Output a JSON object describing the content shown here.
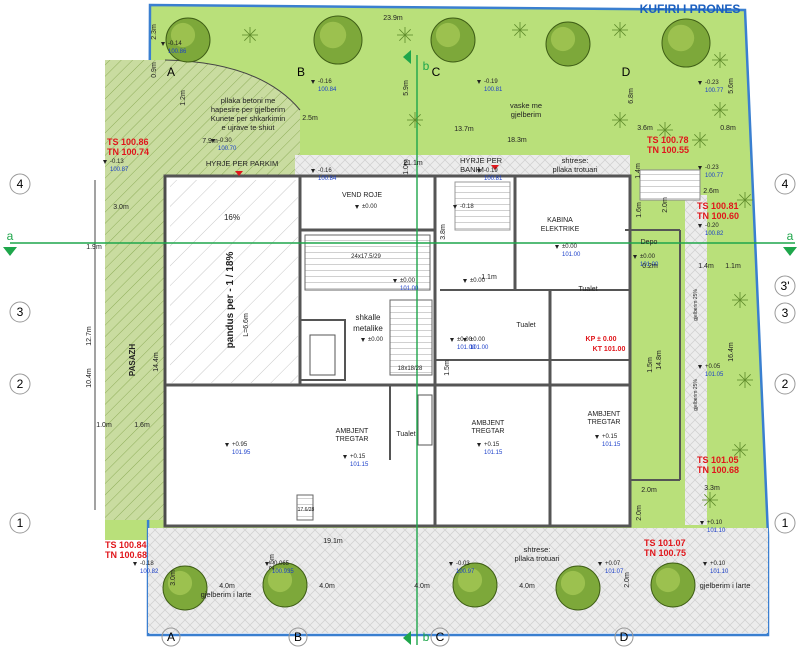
{
  "title": "KUFIRI I PRONES",
  "axes": {
    "letters_top": [
      "A",
      "B",
      "C",
      "D"
    ],
    "letters_bottom": [
      "A",
      "B",
      "C",
      "D"
    ],
    "numbers_left": [
      "4",
      "3",
      "2",
      "1"
    ],
    "numbers_right": [
      "4",
      "3'",
      "3",
      "2",
      "1"
    ],
    "section_a": "a",
    "section_b": "b"
  },
  "rooms": {
    "vend_roje": "VEND ROJE",
    "kabina": [
      "KABINA",
      "ELEKTRIKE"
    ],
    "depo": "Depo",
    "tualet_1": "Tualet",
    "tualet_2": "Tualet",
    "tualet_3": "Tualet",
    "shkalle": [
      "shkalle",
      "metalike"
    ],
    "ambjent_1": [
      "AMBJENT",
      "TREGTAR"
    ],
    "ambjent_2": [
      "AMBJENT",
      "TREGTAR"
    ],
    "ambjent_3": [
      "AMBJENT",
      "TREGTAR"
    ],
    "pandus": "pandus per - 1 / 18%",
    "pandus_len": "L=6.6m",
    "pasazh": "PASAZH",
    "stair_1": "24x17.5/29",
    "stair_2": "18x18/28",
    "stair_3": "17.6/28",
    "pct": "16%"
  },
  "notes": {
    "pllaka": [
      "pllaka betoni me",
      "hapesire per gjelberim",
      "Kunete per shkarkimin",
      "e ujrave te shiut"
    ],
    "vaske": [
      "vaske me",
      "gjelberim"
    ],
    "shtrese_top": [
      "shtrese:",
      "pllaka trotuari"
    ],
    "shtrese_bottom": [
      "shtrese:",
      "pllaka trotuari"
    ],
    "hyrje_parkim": "HYRJE PER PARKIM",
    "hyrje_banim": [
      "HYRJE PER",
      "BANIM"
    ],
    "gjelberim_bottom_left": "gjelberim i larte",
    "gjelberim_bottom_right": "gjelberim i larte",
    "gjelberim_ramp": "gjelberim 25%",
    "kp_red": "KP ± 0.00",
    "kt_red": "KT 101.00"
  },
  "ts_tn": [
    {
      "ts": "TS 100.86",
      "tn": "TN 100.74"
    },
    {
      "ts": "TS 100.78",
      "tn": "TN 100.55"
    },
    {
      "ts": "TS 100.81",
      "tn": "TN 100.60"
    },
    {
      "ts": "TS 101.05",
      "tn": "TN 100.68"
    },
    {
      "ts": "TS 100.84",
      "tn": "TN 100.68"
    },
    {
      "ts": "TS 101.07",
      "tn": "TN 100.75"
    }
  ],
  "levels": [
    {
      "rel": "-0.14",
      "abs": "100.86"
    },
    {
      "rel": "-0.16",
      "abs": "100.84"
    },
    {
      "rel": "-0.19",
      "abs": "100.81"
    },
    {
      "rel": "-0.23",
      "abs": "100.77"
    },
    {
      "rel": "-0.30",
      "abs": "100.70"
    },
    {
      "rel": "-0.13",
      "abs": "100.87"
    },
    {
      "rel": "-0.16",
      "abs": "100.84"
    },
    {
      "rel": "-0.19",
      "abs": "100.81"
    },
    {
      "rel": "-0.23",
      "abs": "100.77"
    },
    {
      "rel": "-0.20",
      "abs": "100.82"
    },
    {
      "rel": "±0.00",
      "abs": ""
    },
    {
      "rel": "-0.18",
      "abs": ""
    },
    {
      "rel": "±0.00",
      "abs": "101.00"
    },
    {
      "rel": "±0.00",
      "abs": ""
    },
    {
      "rel": "±0.00",
      "abs": "101.00"
    },
    {
      "rel": "±0.00",
      "abs": "101.00"
    },
    {
      "rel": "±0.00",
      "abs": ""
    },
    {
      "rel": "±0.00",
      "abs": "101.00"
    },
    {
      "rel": "±0.00",
      "abs": "101.00"
    },
    {
      "rel": "+0.05",
      "abs": "101.05"
    },
    {
      "rel": "+0.95",
      "abs": "101.95"
    },
    {
      "rel": "+0.15",
      "abs": "101.15"
    },
    {
      "rel": "+0.15",
      "abs": "101.15"
    },
    {
      "rel": "+0.15",
      "abs": "101.15"
    },
    {
      "rel": "+0.10",
      "abs": "101.10"
    },
    {
      "rel": "-0.18",
      "abs": "100.82"
    },
    {
      "rel": "-0.065",
      "abs": "100.935"
    },
    {
      "rel": "-0.03",
      "abs": "100.97"
    },
    {
      "rel": "+0.07",
      "abs": "101.07"
    },
    {
      "rel": "+0.10",
      "abs": "101.10"
    }
  ],
  "dims": {
    "d_23_9": "23.9m",
    "d_2_3": "2.3m",
    "d_0_9": "0.9m",
    "d_1_2": "1.2m",
    "d_7_9": "7.9m",
    "d_2_5": "2.5m",
    "d_13_7": "13.7m",
    "d_18_3": "18.3m",
    "d_3_6": "3.6m",
    "d_0_8": "0.8m",
    "d_5_9": "5.9m",
    "d_6_8": "6.8m",
    "d_5_6": "5.6m",
    "d_21_1": "21.1m",
    "d_1_0a": "1.0m",
    "d_1_4": "1.4m",
    "d_2_6": "2.6m",
    "d_1_6": "1.6m",
    "d_2_0a": "2.0m",
    "d_3_8": "3.8m",
    "d_1_1a": "1.1m",
    "d_1_1b": "1.1m",
    "d_0_2": "0.2m",
    "d_1_4b": "1.4m",
    "d_12_7": "12.7m",
    "d_10_4": "10.4m",
    "d_14_4": "14.4m",
    "d_3_0": "3.0m",
    "d_1_9": "1.9m",
    "d_1_0b": "1.0m",
    "d_1_6b": "1.6m",
    "d_14_8": "14.8m",
    "d_16_4": "16.4m",
    "d_2_0b": "2.0m",
    "d_3_3": "3.3m",
    "d_2_0c": "2.0m",
    "d_19_1": "19.1m",
    "d_4_0a": "4.0m",
    "d_4_0b": "4.0m",
    "d_4_0c": "4.0m",
    "d_4_0d": "4.0m",
    "d_2_0d": "2.0m",
    "d_2_5b": "2.5m",
    "d_3_0b": "3.0m",
    "d_1_5": "1.5m",
    "d_1_5b": "1.5m"
  },
  "colors": {
    "grass": "#b9e07a",
    "paving": "#e6e6e6",
    "wall": "#555555",
    "axis_green": "#1ea64b",
    "border_blue": "#3a7fd0",
    "red": "#e0161b",
    "level_blue": "#1b3fc9"
  }
}
